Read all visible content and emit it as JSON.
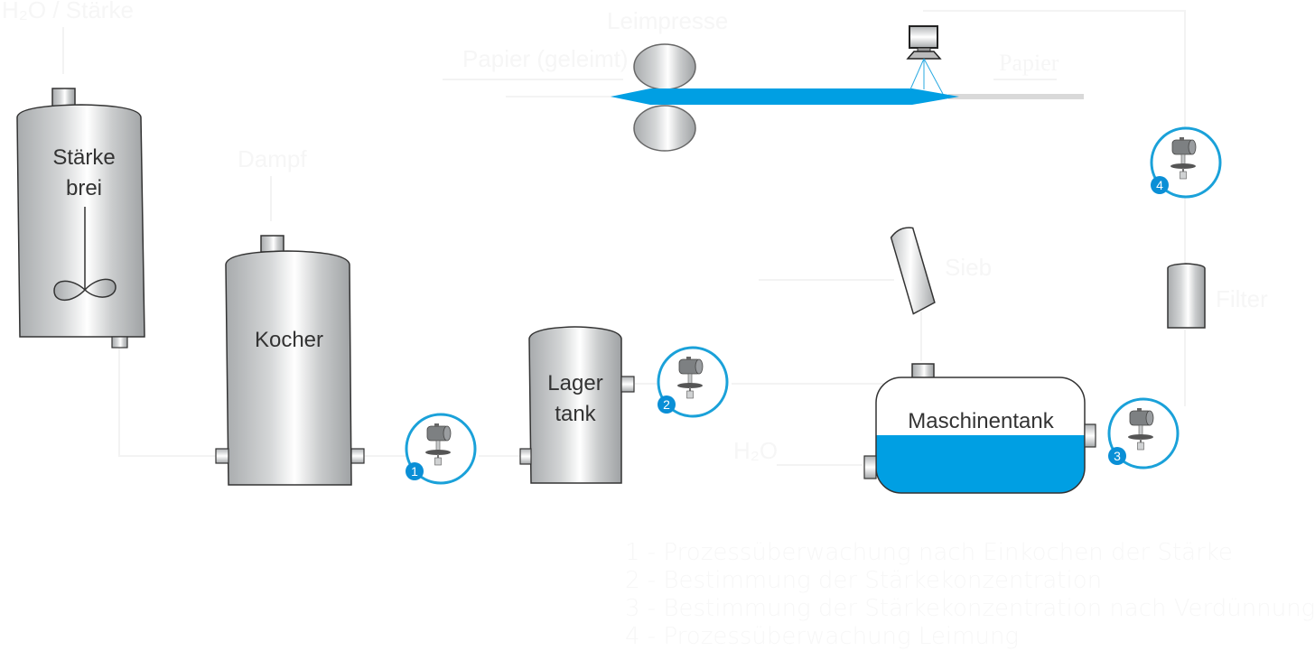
{
  "colors": {
    "accent_blue": "#009fe3",
    "paper_grey": "#d9d9d9",
    "outline": "#333333",
    "faint_text": "#f5f5f5"
  },
  "flow_labels": {
    "water_starch": "H₂O / Stärke",
    "steam": "Dampf",
    "size_press": "Leimpresse",
    "paper_sized": "Papier (geleimt)",
    "paper": "Papier",
    "sieve": "Sieb",
    "filter": "Filter",
    "water": "H₂O"
  },
  "tanks": {
    "starch_slurry": {
      "line1": "Stärke",
      "line2": "brei"
    },
    "cooker": {
      "label": "Kocher"
    },
    "storage_tank": {
      "line1": "Lager",
      "line2": "tank"
    },
    "machine_tank": {
      "label": "Maschinentank",
      "fill_fraction": 0.5
    }
  },
  "sensors": [
    {
      "number": "1",
      "icon": "level-sensor-icon"
    },
    {
      "number": "2",
      "icon": "level-sensor-icon"
    },
    {
      "number": "3",
      "icon": "level-sensor-icon"
    },
    {
      "number": "4",
      "icon": "level-sensor-icon"
    }
  ],
  "legend": [
    "1 - Prozessüberwachung nach Einkochen der Stärke",
    "2 - Bestimmung der Stärkekonzentration",
    "3 - Bestimmung der Stärkekonzentration nach Verdünnung",
    "4 - Prozessüberwachung Leimung"
  ]
}
